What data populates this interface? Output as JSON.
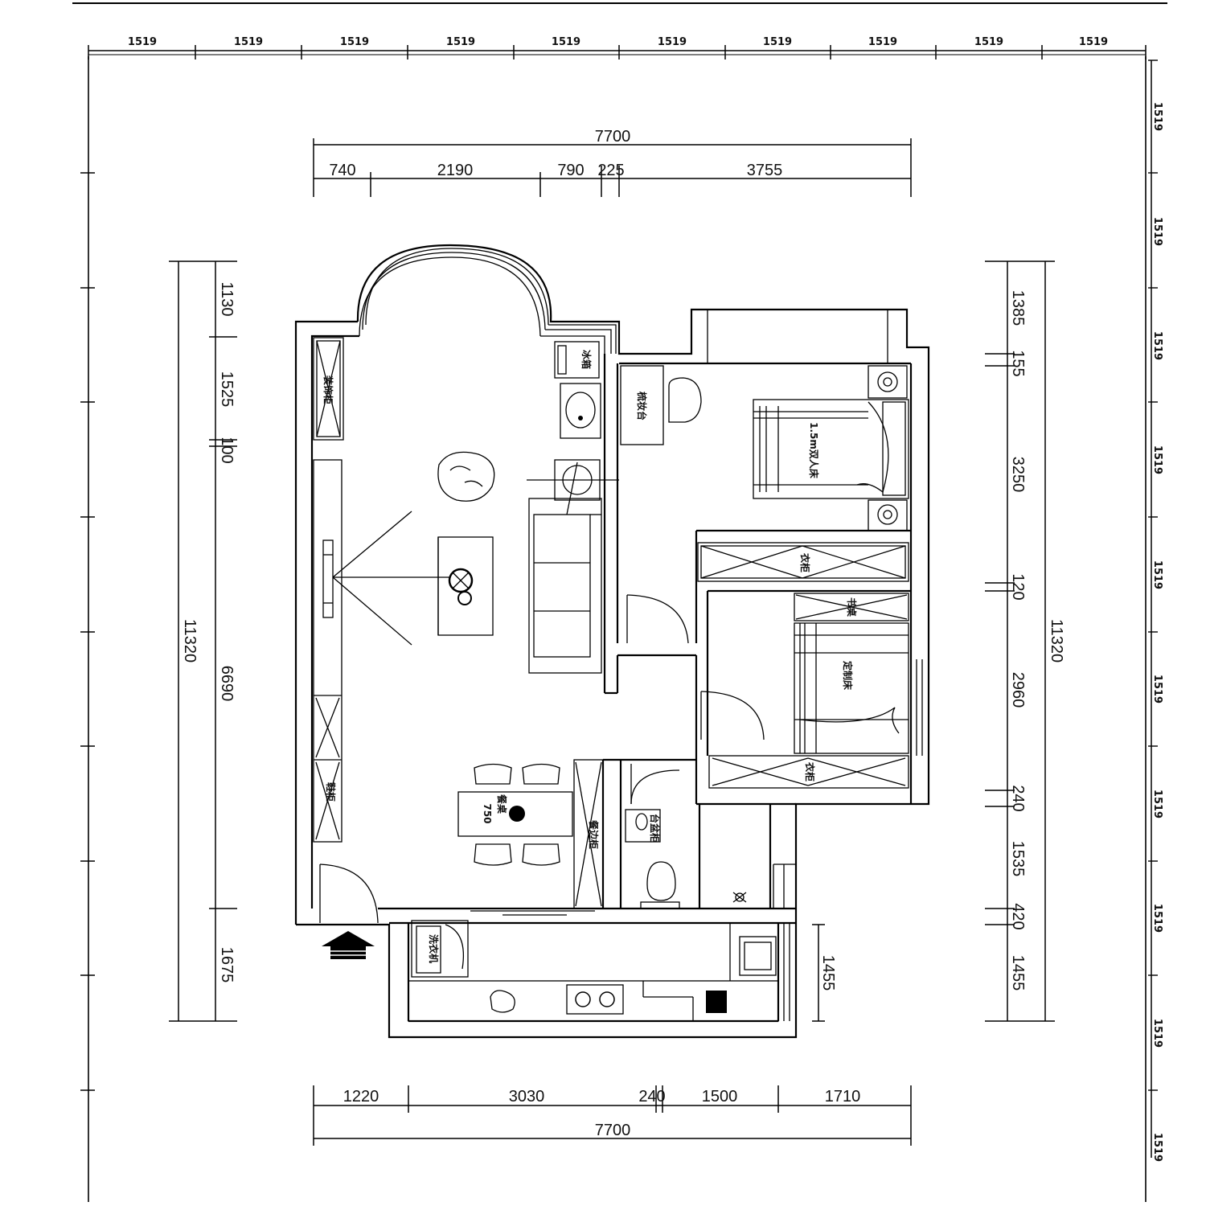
{
  "grid": {
    "top_labels": [
      "1519",
      "1519",
      "1519",
      "1519",
      "1519",
      "1519",
      "1519",
      "1519",
      "1519",
      "1519"
    ],
    "right_labels": [
      "1519",
      "1519",
      "1519",
      "1519",
      "1519",
      "1519",
      "1519",
      "1519",
      "1519",
      "1519"
    ]
  },
  "dimensions": {
    "top_total": "7700",
    "top_segments": [
      "740",
      "2190",
      "790",
      "225",
      "3755"
    ],
    "bottom_total": "7700",
    "bottom_segments": [
      "1220",
      "3030",
      "240",
      "1500",
      "1710"
    ],
    "left_total": "11320",
    "left_segments": [
      "1130",
      "1525",
      "100",
      "6690",
      "1675"
    ],
    "right_total": "11320",
    "right_segments": [
      "1385",
      "155",
      "3250",
      "120",
      "2960",
      "240",
      "1535",
      "420",
      "1455"
    ],
    "kitchen_right": "1455"
  },
  "labels": {
    "tv_cabinet": "装饰柜",
    "shoe_cabinet": "鞋柜",
    "master_bed": "1.5m双人床",
    "wardrobe_1": "衣柜",
    "wardrobe_2": "衣柜",
    "kid_bed": "定制床",
    "desk": "书桌",
    "dressing_table": "梳妆台",
    "washing_machine": "洗衣机",
    "sideboard": "餐边柜",
    "vanity": "台盆柜",
    "fridge": "冰箱",
    "dining_table": "餐桌",
    "dining_size": "750"
  }
}
